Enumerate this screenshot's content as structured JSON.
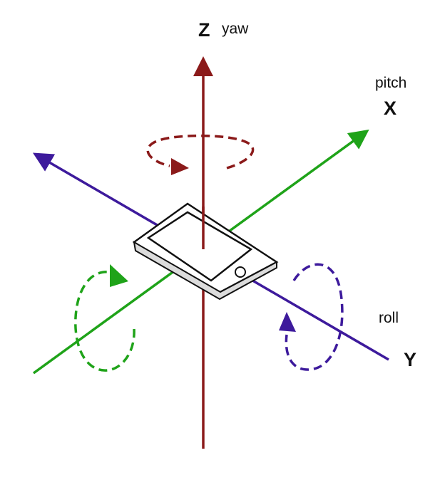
{
  "axes": {
    "z": {
      "letter": "Z",
      "rotation": "yaw",
      "color": "#8b1a1a"
    },
    "x": {
      "letter": "X",
      "rotation": "pitch",
      "color": "#1fa319"
    },
    "y": {
      "letter": "Y",
      "rotation": "roll",
      "color": "#3d1a9c"
    }
  },
  "device": {
    "icon": "tablet-icon",
    "outline_color": "#111111",
    "fill_color": "#ffffff"
  },
  "background_color": "#ffffff"
}
